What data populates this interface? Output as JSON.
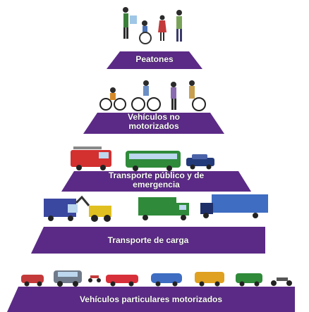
{
  "pyramid": {
    "tiers": [
      {
        "label": "Peatones"
      },
      {
        "label_line1": "Vehículos no",
        "label_line2": "motorizados"
      },
      {
        "label_line1": "Transporte público y de",
        "label_line2": "emergencia"
      },
      {
        "label": "Transporte de carga"
      },
      {
        "label": "Vehículos particulares motorizados"
      }
    ]
  },
  "colors": {
    "band": "#5b2a86",
    "band_dark": "#40206a"
  },
  "icons": [
    "pedestrian-icons",
    "bicycle-icons",
    "bus-firetruck-icons",
    "truck-icons",
    "car-icons"
  ]
}
